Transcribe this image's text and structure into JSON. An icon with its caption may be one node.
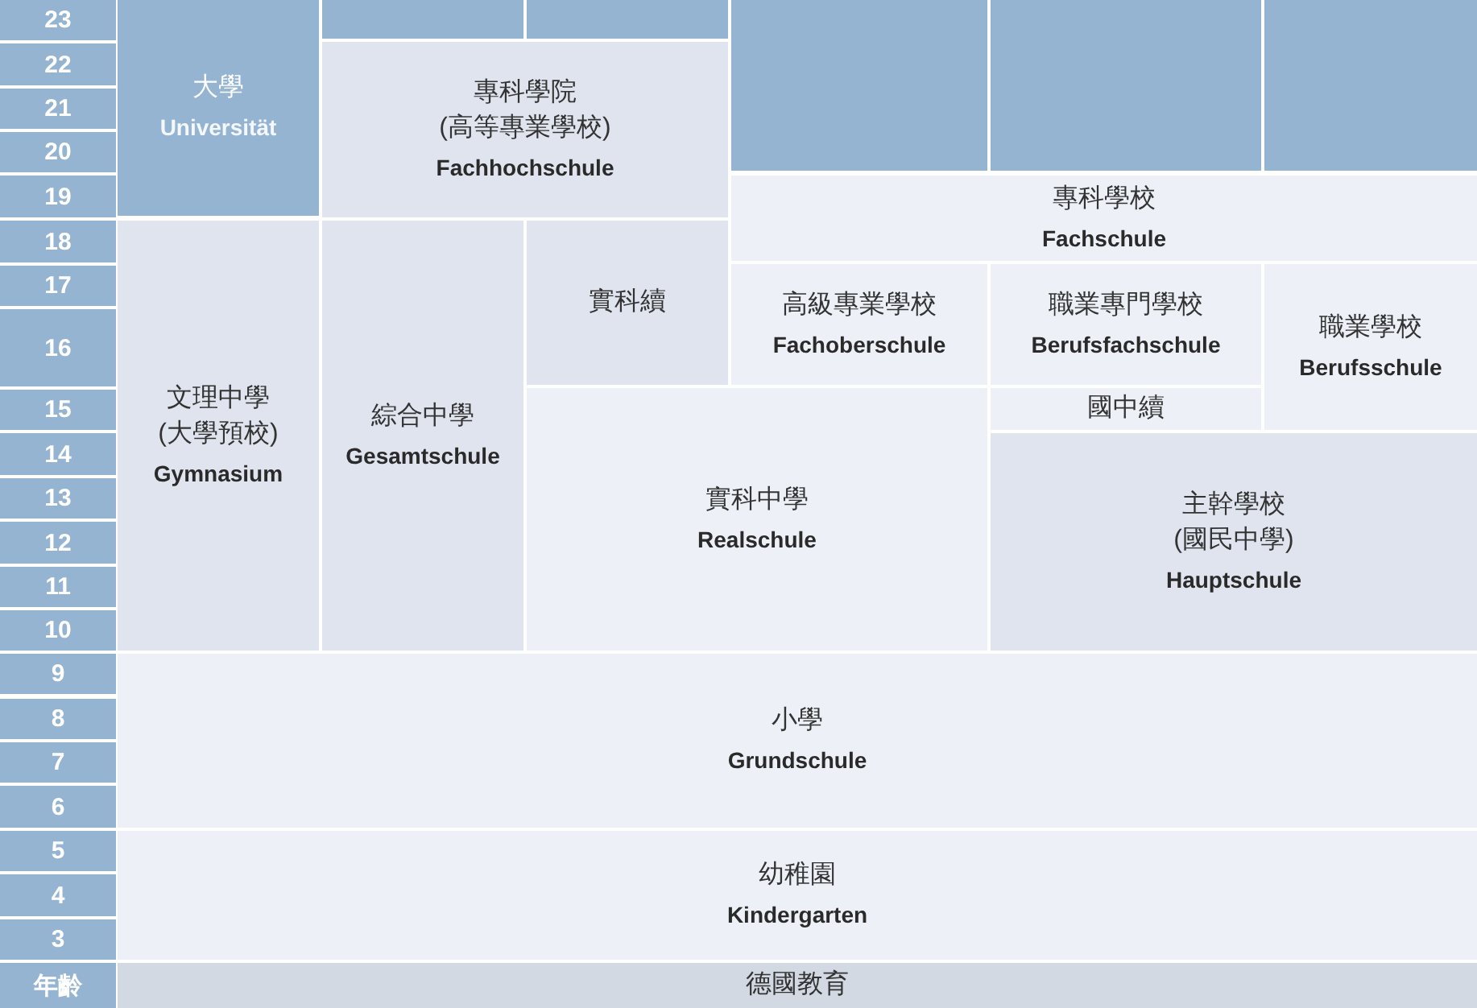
{
  "diagram": {
    "nodes": [
      {
        "text": [
          "23"
        ]
      },
      {
        "text": [
          "22"
        ]
      },
      {
        "text": [
          "21"
        ]
      },
      {
        "text": [
          "20"
        ]
      },
      {
        "text": [
          "19"
        ]
      },
      {
        "text": [
          "18"
        ]
      },
      {
        "text": [
          "17"
        ]
      },
      {
        "text": [
          "16"
        ]
      },
      {
        "text": [
          "15"
        ]
      },
      {
        "text": [
          "14"
        ]
      },
      {
        "text": [
          "13"
        ]
      },
      {
        "text": [
          "12"
        ]
      },
      {
        "text": [
          "11"
        ]
      },
      {
        "text": [
          "10"
        ]
      },
      {
        "text": [
          "9"
        ]
      },
      {
        "text": [
          "8"
        ]
      },
      {
        "text": [
          "7"
        ]
      },
      {
        "text": [
          "6"
        ]
      },
      {
        "text": [
          "5"
        ]
      },
      {
        "text": [
          "4"
        ]
      },
      {
        "text": [
          "3"
        ]
      },
      {
        "text": [
          "年齡"
        ]
      },
      {
        "text": [
          "大學",
          "Universität"
        ]
      },
      {
        "text": [],
        "shape": "box"
      },
      {
        "text": [],
        "shape": "box"
      },
      {
        "text": [],
        "shape": "box"
      },
      {
        "text": [],
        "shape": "box"
      },
      {
        "text": [],
        "shape": "box"
      },
      {
        "text": [
          "專科學院",
          "(高等專業學校)",
          "Fachhochschule"
        ]
      },
      {
        "text": [
          "專科學校",
          "Fachschule"
        ]
      },
      {
        "text": [
          "文理中學",
          "(大學預校)",
          "Gymnasium"
        ]
      },
      {
        "text": [
          "綜合中學",
          "Gesamtschule"
        ]
      },
      {
        "text": [
          "實科續"
        ]
      },
      {
        "text": [
          "高級專業學校",
          "Fachoberschule"
        ]
      },
      {
        "text": [
          "職業專門學校",
          "Berufsfachschule"
        ]
      },
      {
        "text": [
          "職業學校",
          "Berufsschule"
        ]
      },
      {
        "text": [
          "國中續"
        ]
      },
      {
        "text": [
          "實科中學",
          "Realschule"
        ]
      },
      {
        "text": [
          "主幹學校",
          "(國民中學)",
          "Hauptschule"
        ]
      },
      {
        "text": [
          "小學",
          "Grundschule"
        ]
      },
      {
        "text": [
          "幼稚園",
          "Kindergarten"
        ]
      },
      {
        "text": [
          "德國教育"
        ]
      }
    ]
  }
}
